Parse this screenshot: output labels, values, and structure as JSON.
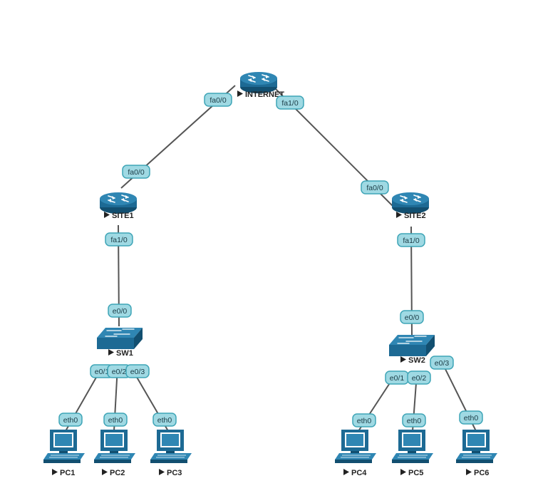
{
  "colors": {
    "device_fill": "#1d6a94",
    "device_dark": "#124f70",
    "device_light": "#2f86b3",
    "port_fill": "#9fd9e3",
    "port_stroke": "#3fa5b7",
    "link": "#555555"
  },
  "nodes": [
    {
      "id": "internet",
      "type": "router",
      "label": "INTERNET"
    },
    {
      "id": "site1",
      "type": "router",
      "label": "SITE1"
    },
    {
      "id": "site2",
      "type": "router",
      "label": "SITE2"
    },
    {
      "id": "sw1",
      "type": "switch",
      "label": "SW1"
    },
    {
      "id": "sw2",
      "type": "switch",
      "label": "SW2"
    },
    {
      "id": "pc1",
      "type": "pc",
      "label": "PC1"
    },
    {
      "id": "pc2",
      "type": "pc",
      "label": "PC2"
    },
    {
      "id": "pc3",
      "type": "pc",
      "label": "PC3"
    },
    {
      "id": "pc4",
      "type": "pc",
      "label": "PC4"
    },
    {
      "id": "pc5",
      "type": "pc",
      "label": "PC5"
    },
    {
      "id": "pc6",
      "type": "pc",
      "label": "PC6"
    }
  ],
  "links": [
    {
      "from": "internet",
      "from_port": "fa0/0",
      "to": "site1",
      "to_port": "fa0/0"
    },
    {
      "from": "internet",
      "from_port": "fa1/0",
      "to": "site2",
      "to_port": "fa0/0"
    },
    {
      "from": "site1",
      "from_port": "fa1/0",
      "to": "sw1",
      "to_port": "e0/0"
    },
    {
      "from": "site2",
      "from_port": "fa1/0",
      "to": "sw2",
      "to_port": "e0/0"
    },
    {
      "from": "sw1",
      "from_port": "e0/1",
      "to": "pc1",
      "to_port": "eth0"
    },
    {
      "from": "sw1",
      "from_port": "e0/2",
      "to": "pc2",
      "to_port": "eth0"
    },
    {
      "from": "sw1",
      "from_port": "e0/3",
      "to": "pc3",
      "to_port": "eth0"
    },
    {
      "from": "sw2",
      "from_port": "e0/1",
      "to": "pc4",
      "to_port": "eth0"
    },
    {
      "from": "sw2",
      "from_port": "e0/2",
      "to": "pc5",
      "to_port": "eth0"
    },
    {
      "from": "sw2",
      "from_port": "e0/3",
      "to": "pc6",
      "to_port": "eth0"
    }
  ]
}
